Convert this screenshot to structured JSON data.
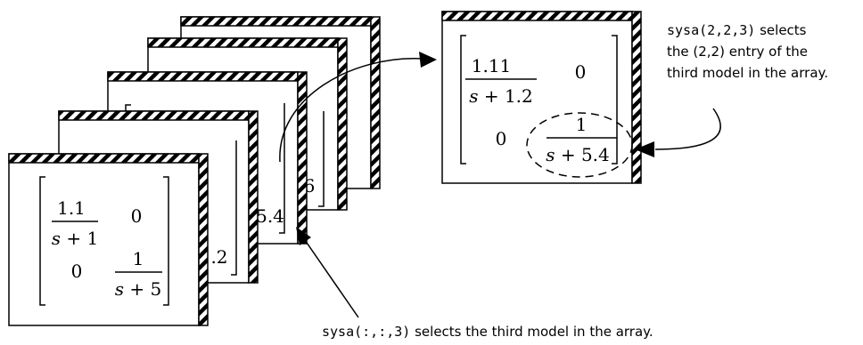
{
  "colors": {
    "stroke": "#000000",
    "background": "#ffffff"
  },
  "front_model": {
    "m11_num": "1.1",
    "m11_den_var": "s",
    "m11_den_rest": " + 1",
    "m12": "0",
    "m21": "0",
    "m22_num": "1",
    "m22_den_var": "s",
    "m22_den_rest": " + 5"
  },
  "partial_entries": {
    "model2": ".2",
    "model3": "5.4",
    "model4": "6"
  },
  "selected_model": {
    "m11_num": "1.11",
    "m11_den_var": "s",
    "m11_den_rest": " + 1.2",
    "m12": "0",
    "m21": "0",
    "m22_num": "1",
    "m22_den_var": "s",
    "m22_den_rest": " + 5.4"
  },
  "annotations": {
    "entry_code": "sysa(2,2,3)",
    "entry_line1_rest": " selects",
    "entry_line2": "the (2,2) entry of the",
    "entry_line3": "third model in the array.",
    "model_code": "sysa(:,:,3)",
    "model_rest": " selects the third model in the array."
  }
}
